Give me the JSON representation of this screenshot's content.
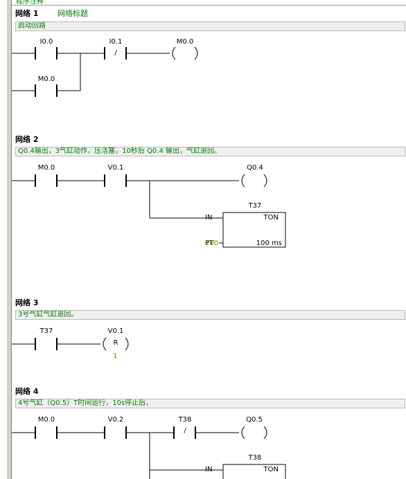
{
  "header": {
    "cut_title": "程序注释"
  },
  "networks": [
    {
      "title": "网络 1",
      "subtitle": "网络标题",
      "comment": "启动回路",
      "contacts": [
        "I0.0",
        "I0.1",
        "M0.0"
      ],
      "coil": "M0.0",
      "neg_symbol": "/"
    },
    {
      "title": "网络 2",
      "comment": "Q0.4输出，3气缸动作，压活塞，10秒后 Q0.4 输出，气缸退回。",
      "contacts": [
        "M0.0",
        "V0.1"
      ],
      "coil": "Q0.4",
      "timer": {
        "name": "T37",
        "in": "IN",
        "type": "TON",
        "pt": "PT",
        "pt_value": "100",
        "res": "100 ms"
      }
    },
    {
      "title": "网络 3",
      "comment": "3号气缸气缸退回。",
      "contacts": [
        "T37"
      ],
      "coil": "V0.1",
      "coil_symbol": "R",
      "coil_value": "1"
    },
    {
      "title": "网络 4",
      "comment": "4号气缸（Q0.5）T时间运行，10s停止后，",
      "contacts": [
        "M0.0",
        "V0.2",
        "T38"
      ],
      "coil": "Q0.5",
      "neg_symbol": "/",
      "timer": {
        "name": "T38",
        "in": "IN",
        "type": "TON"
      }
    }
  ]
}
